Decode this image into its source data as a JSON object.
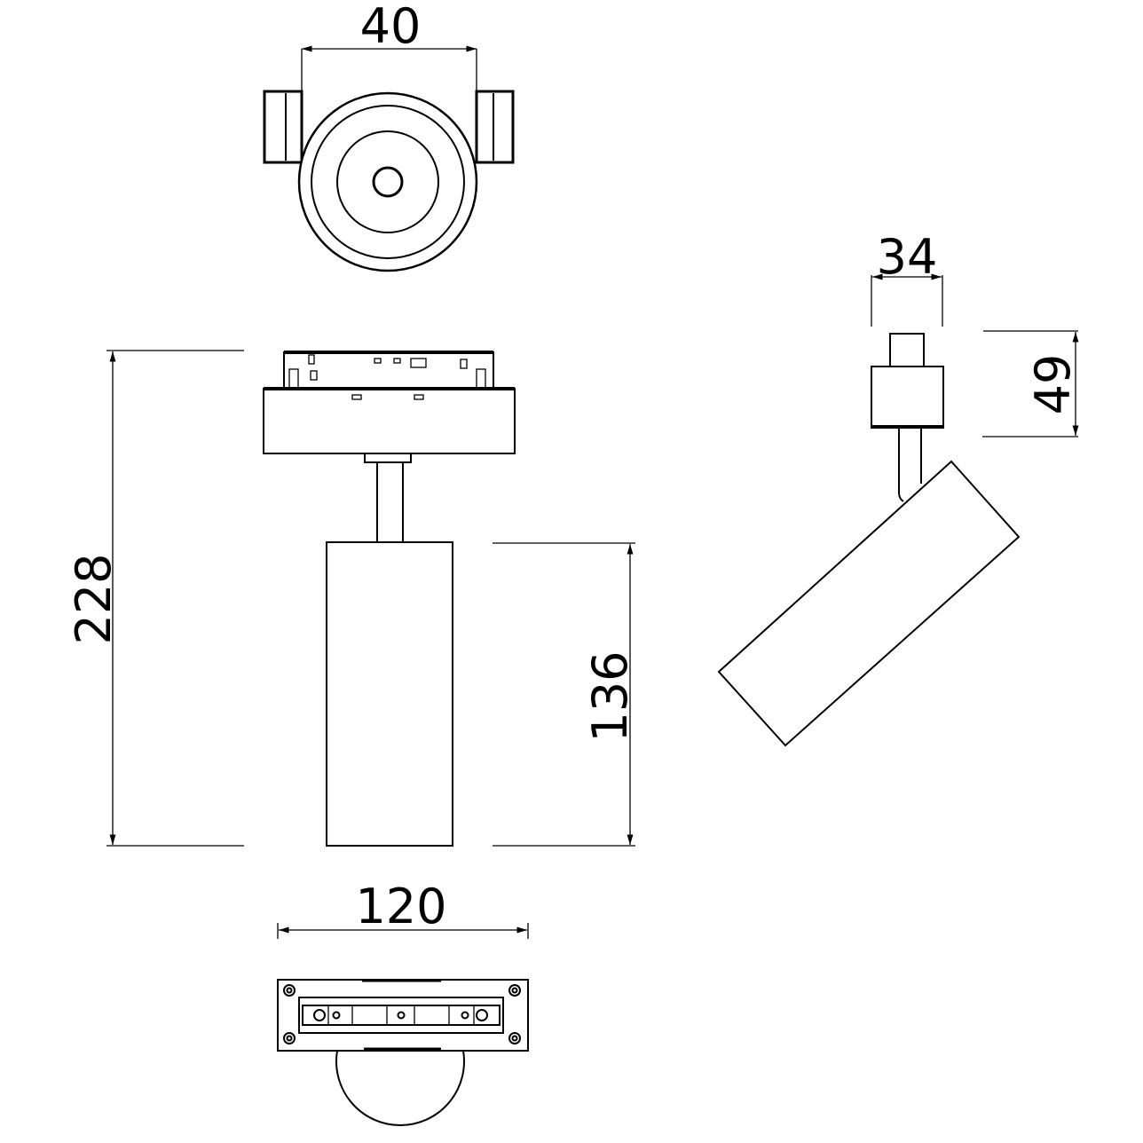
{
  "drawing": {
    "colors": {
      "line": "#000000",
      "background": "#ffffff"
    },
    "dimensions": {
      "top_width": "40",
      "total_height": "228",
      "body_height": "136",
      "base_length": "120",
      "side_width": "34",
      "adapter_height": "49"
    }
  }
}
